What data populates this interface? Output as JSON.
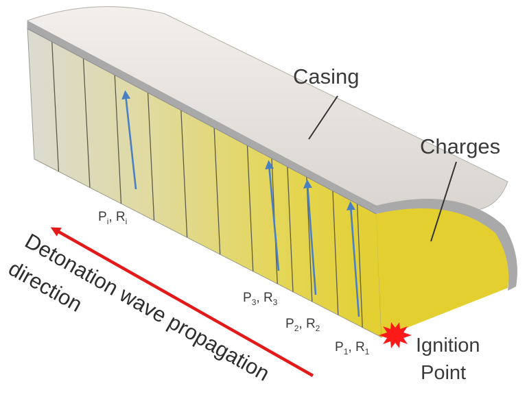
{
  "labels": {
    "casing": "Casing",
    "charges": "Charges",
    "ignition_line1": "Ignition",
    "ignition_line2": "Point",
    "direction_line1": "Detonation wave propagation",
    "direction_line2": "direction"
  },
  "pr_labels": [
    {
      "p": "P",
      "ps": "i",
      "r": "R",
      "rs": "i"
    },
    {
      "p": "P",
      "ps": "3",
      "r": "R",
      "rs": "3"
    },
    {
      "p": "P",
      "ps": "2",
      "r": "R",
      "rs": "2"
    },
    {
      "p": "P",
      "ps": "1",
      "r": "R",
      "rs": "1"
    }
  ],
  "colors": {
    "casing_top": "#e4e0dc",
    "casing_edge": "#a9a9a9",
    "charge_front": "#e3cf2f",
    "charge_back": "#dcdbd3",
    "arrow_blue": "#4a7fc1",
    "wave_arrow": "#e21a1a",
    "ignition": "#ff1a1a"
  },
  "icons": {
    "ignition": "starburst-icon"
  }
}
